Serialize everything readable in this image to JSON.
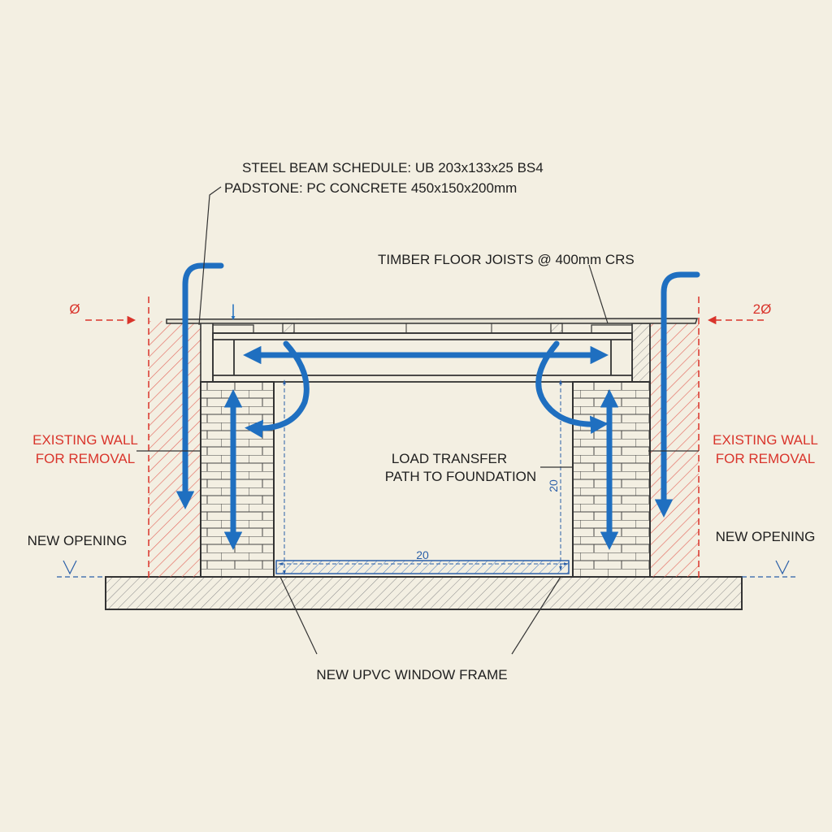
{
  "notes": {
    "beam_schedule": "STEEL BEAM SCHEDULE: UB 203x133x25 BS4",
    "padstone": "PADSTONE: PC CONCRETE 450x150x200mm",
    "joists": "TIMBER FLOOR JOISTS @ 400mm CRS",
    "load_transfer_line1": "LOAD TRANSFER",
    "load_transfer_line2": "PATH TO FOUNDATION",
    "window_frame": "NEW UPVC WINDOW FRAME"
  },
  "left": {
    "existing_wall_line1": "EXISTING WALL",
    "existing_wall_line2": "FOR REMOVAL",
    "new_opening": "NEW OPENING",
    "section_mark": "Ø"
  },
  "right": {
    "existing_wall_line1": "EXISTING WALL",
    "existing_wall_line2": "FOR REMOVAL",
    "new_opening": "NEW OPENING",
    "section_mark": "2Ø"
  },
  "dimensions": {
    "opening_width": "20",
    "opening_height": "20"
  },
  "colors": {
    "paper": "#f3efe2",
    "ink": "#1f1f1f",
    "load_arrow": "#1f6fc0",
    "removal_red": "#d9342b",
    "dimension_blue": "#2a5fa8"
  }
}
